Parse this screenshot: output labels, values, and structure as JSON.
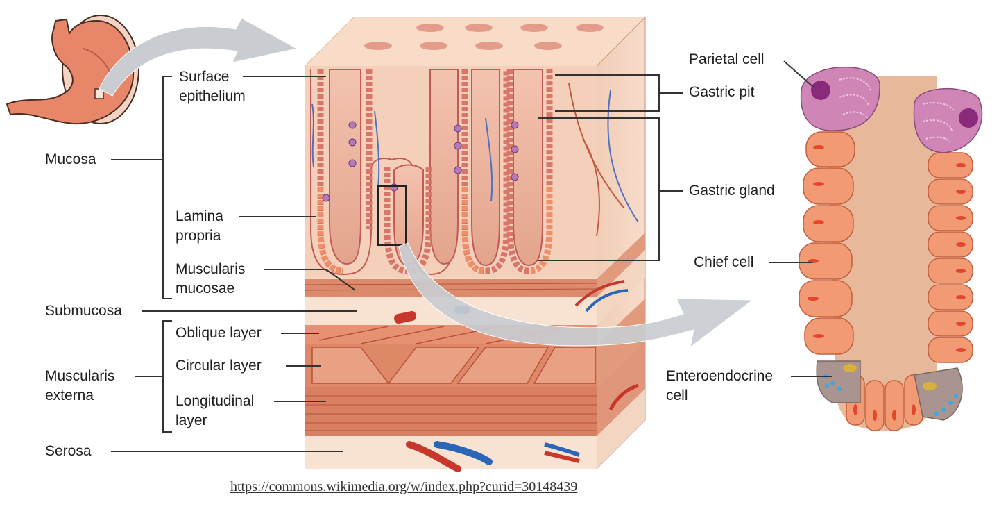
{
  "labels": {
    "surface_epithelium": "Surface\nepithelium",
    "mucosa": "Mucosa",
    "lamina_propria": "Lamina\npropria",
    "muscularis_mucosae": "Muscularis\nmucosae",
    "submucosa": "Submucosa",
    "oblique_layer": "Oblique layer",
    "circular_layer": "Circular layer",
    "muscularis_externa": "Muscularis\nexterna",
    "longitudinal_layer": "Longitudinal\nlayer",
    "serosa": "Serosa",
    "parietal_cell": "Parietal cell",
    "gastric_pit": "Gastric pit",
    "gastric_gland": "Gastric gland",
    "chief_cell": "Chief cell",
    "enteroendocrine_cell": "Enteroendocrine\ncell"
  },
  "source_url": "https://commons.wikimedia.org/w/index.php?curid=30148439",
  "colors": {
    "stomach": "#e8866a",
    "tissue_light": "#f7d9c4",
    "tissue_mid": "#f0c1a6",
    "epithelium": "#e79a98",
    "muscle": "#dc8a6c",
    "muscle_line": "#b8503a",
    "parietal": "#cf86b7",
    "parietal_nucleus": "#8a2a7a",
    "chief": "#f29a73",
    "chief_nucleus": "#e2462c",
    "enteroendocrine": "#a9948f",
    "granule_blue": "#3aa7e0",
    "vessel_red": "#c8372b",
    "vessel_blue": "#2a66b8",
    "arrow": "#c9ccd0",
    "leader": "#333333"
  }
}
